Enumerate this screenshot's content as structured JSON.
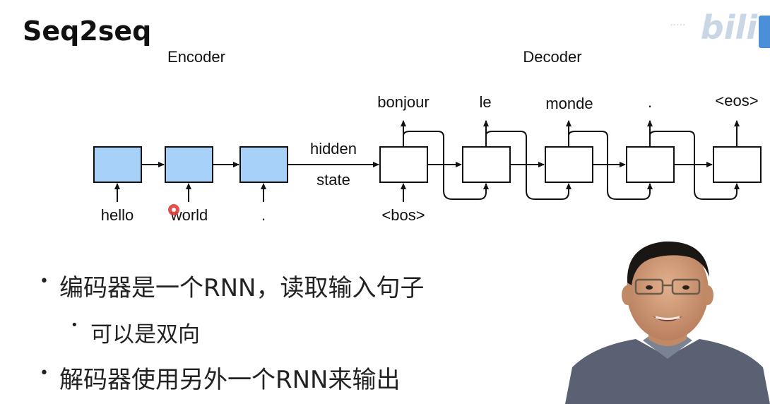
{
  "slide": {
    "title": "Seq2seq",
    "encoder_label": "Encoder",
    "decoder_label": "Decoder",
    "hidden_state_line1": "hidden",
    "hidden_state_line2": "state",
    "encoder_inputs": [
      "hello",
      "world",
      "."
    ],
    "decoder_input": "<bos>",
    "decoder_outputs": [
      "bonjour",
      "le",
      "monde",
      ".",
      "<eos>"
    ],
    "bullets": [
      "编码器是一个RNN，读取输入句子",
      "可以是双向",
      "解码器使用另外一个RNN来输出"
    ]
  },
  "colors": {
    "encoder_box_fill": "#a8d1fa",
    "decoder_box_fill": "#ffffff",
    "stroke": "#111111",
    "cursor": "#e33b3b"
  },
  "icons": {
    "watermark": "bilibili-logo-icon",
    "cursor": "cursor-dot-icon",
    "presenter": "presenter-video-overlay"
  }
}
